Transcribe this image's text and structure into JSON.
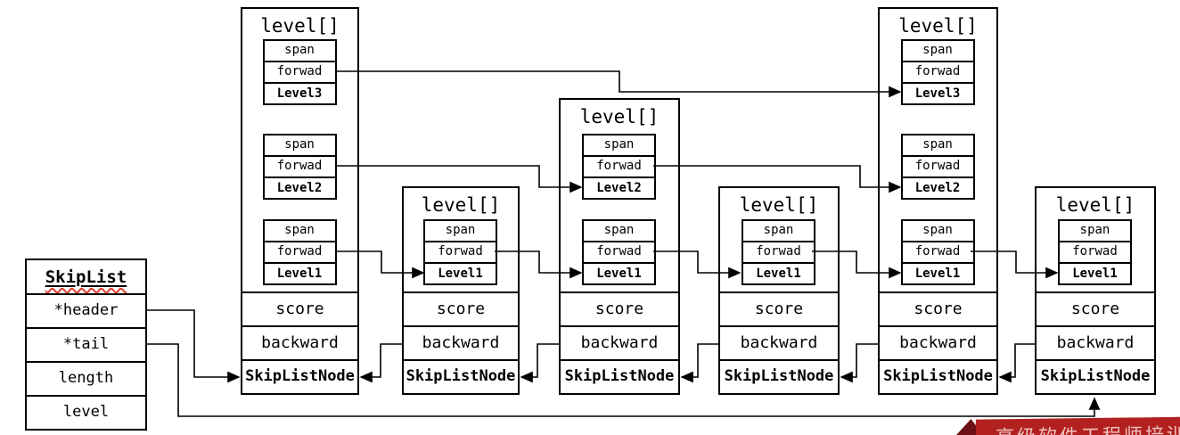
{
  "skiplist": {
    "title": "SkipList",
    "fields": [
      "*header",
      "*tail",
      "length",
      "level"
    ]
  },
  "nodes": [
    {
      "title": "level[]",
      "levels": [
        {
          "span": "span",
          "forward": "forwad",
          "label": "Level3"
        },
        {
          "span": "span",
          "forward": "forwad",
          "label": "Level2"
        },
        {
          "span": "span",
          "forward": "forwad",
          "label": "Level1"
        }
      ],
      "score": "score",
      "backward": "backward",
      "type": "SkipListNode"
    },
    {
      "title": "level[]",
      "levels": [
        {
          "span": "span",
          "forward": "forwad",
          "label": "Level1"
        }
      ],
      "score": "score",
      "backward": "backward",
      "type": "SkipListNode"
    },
    {
      "title": "level[]",
      "levels": [
        {
          "span": "span",
          "forward": "forwad",
          "label": "Level2"
        },
        {
          "span": "span",
          "forward": "forwad",
          "label": "Level1"
        }
      ],
      "score": "score",
      "backward": "backward",
      "type": "SkipListNode"
    },
    {
      "title": "level[]",
      "levels": [
        {
          "span": "span",
          "forward": "forwad",
          "label": "Level1"
        }
      ],
      "score": "score",
      "backward": "backward",
      "type": "SkipListNode"
    },
    {
      "title": "level[]",
      "levels": [
        {
          "span": "span",
          "forward": "forwad",
          "label": "Level3"
        },
        {
          "span": "span",
          "forward": "forwad",
          "label": "Level2"
        },
        {
          "span": "span",
          "forward": "forwad",
          "label": "Level1"
        }
      ],
      "score": "score",
      "backward": "backward",
      "type": "SkipListNode"
    },
    {
      "title": "level[]",
      "levels": [
        {
          "span": "span",
          "forward": "forwad",
          "label": "Level1"
        }
      ],
      "score": "score",
      "backward": "backward",
      "type": "SkipListNode"
    }
  ],
  "banner": {
    "text": "高级软件工程师培训"
  },
  "colors": {
    "line": "#000000",
    "banner_band": "#b2211f",
    "banner_triangle": "#6c1013",
    "banner_text": "#eec3c0",
    "squiggle": "#e03c31"
  }
}
